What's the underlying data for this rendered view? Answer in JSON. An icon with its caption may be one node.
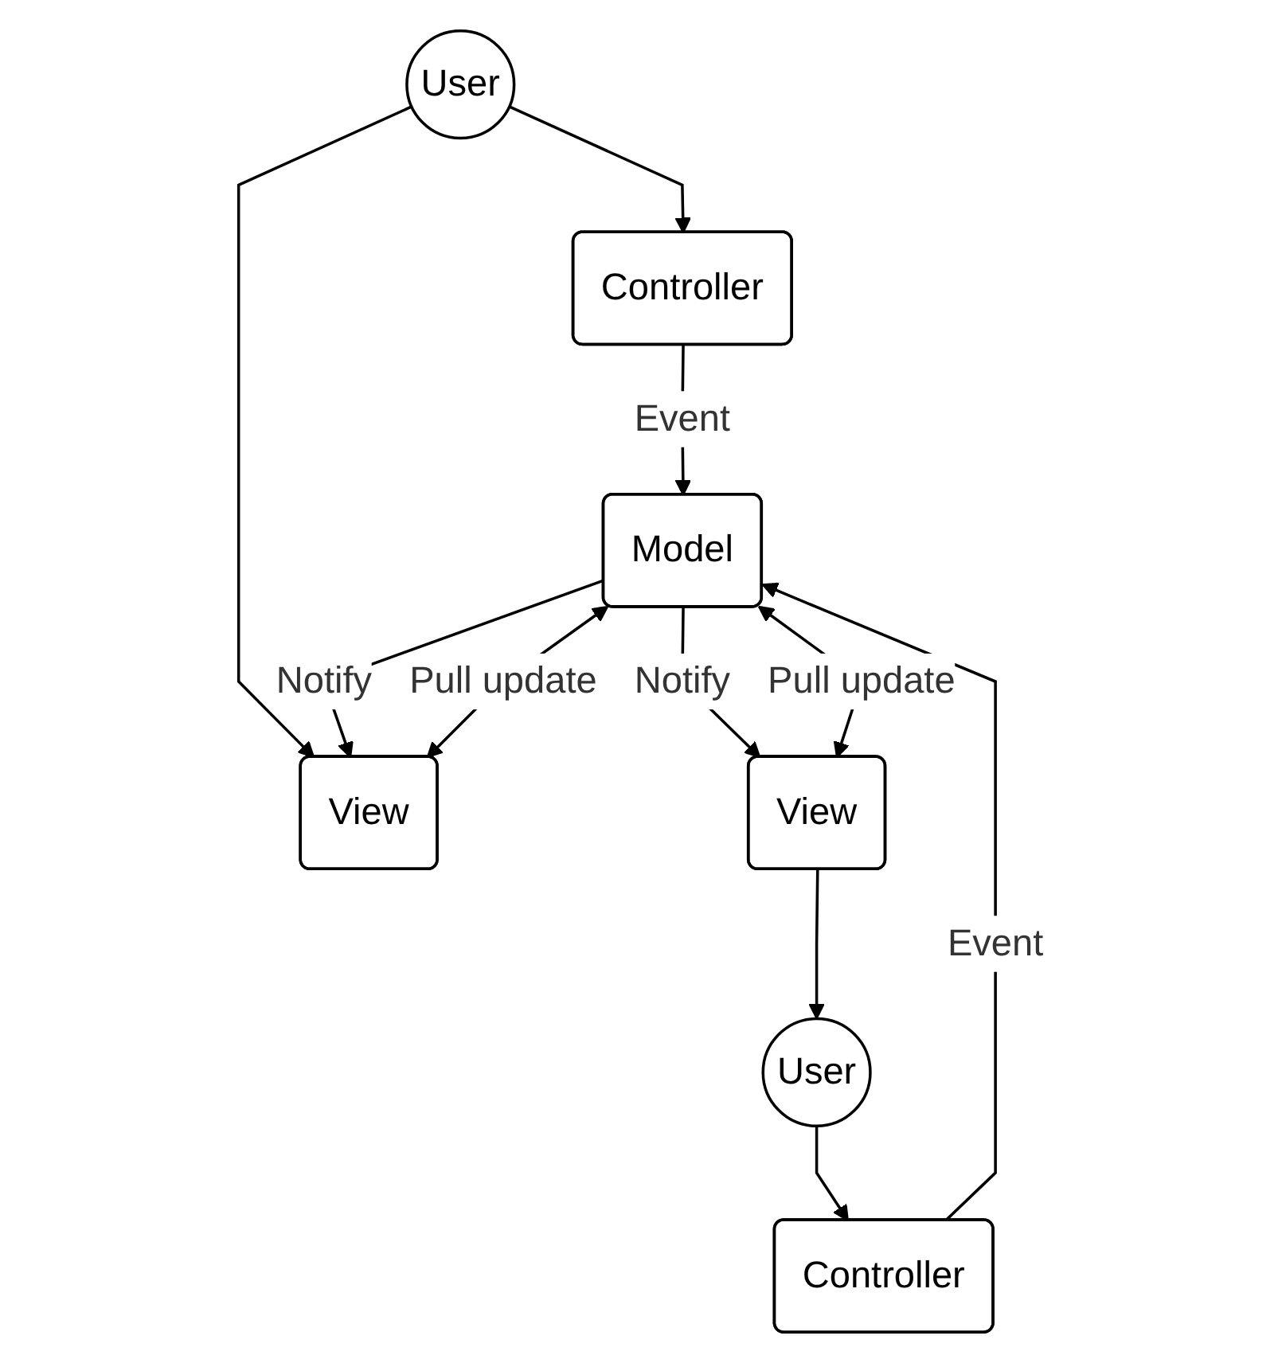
{
  "diagram": {
    "nodes": [
      {
        "text": [
          "User"
        ]
      },
      {
        "text": [
          "View"
        ]
      },
      {
        "text": [
          "Controller"
        ]
      },
      {
        "text": [
          "Model"
        ]
      },
      {
        "text": [
          "Controller"
        ]
      },
      {
        "text": [
          "User"
        ]
      },
      {
        "text": [
          "View"
        ]
      }
    ],
    "edges": [
      {
        "from": 0,
        "to": 1,
        "arrow": "to"
      },
      {
        "from": 0,
        "to": 2,
        "arrow": "to"
      },
      {
        "from": 2,
        "to": 3,
        "label": "Event",
        "arrow": "to"
      },
      {
        "from": 3,
        "to": 1,
        "label": "Notify",
        "arrow": "to"
      },
      {
        "from": 3,
        "to": 1,
        "label": "Pull update",
        "arrow": "both"
      },
      {
        "from": 4,
        "to": 3,
        "label": "Event",
        "arrow": "to"
      },
      {
        "from": 3,
        "to": 6,
        "label": "Notify",
        "arrow": "to"
      },
      {
        "from": 3,
        "to": 6,
        "label": "Pull update",
        "arrow": "both"
      },
      {
        "from": 5,
        "to": 4,
        "arrow": "to"
      },
      {
        "from": 6,
        "to": 5,
        "arrow": "to"
      }
    ]
  }
}
